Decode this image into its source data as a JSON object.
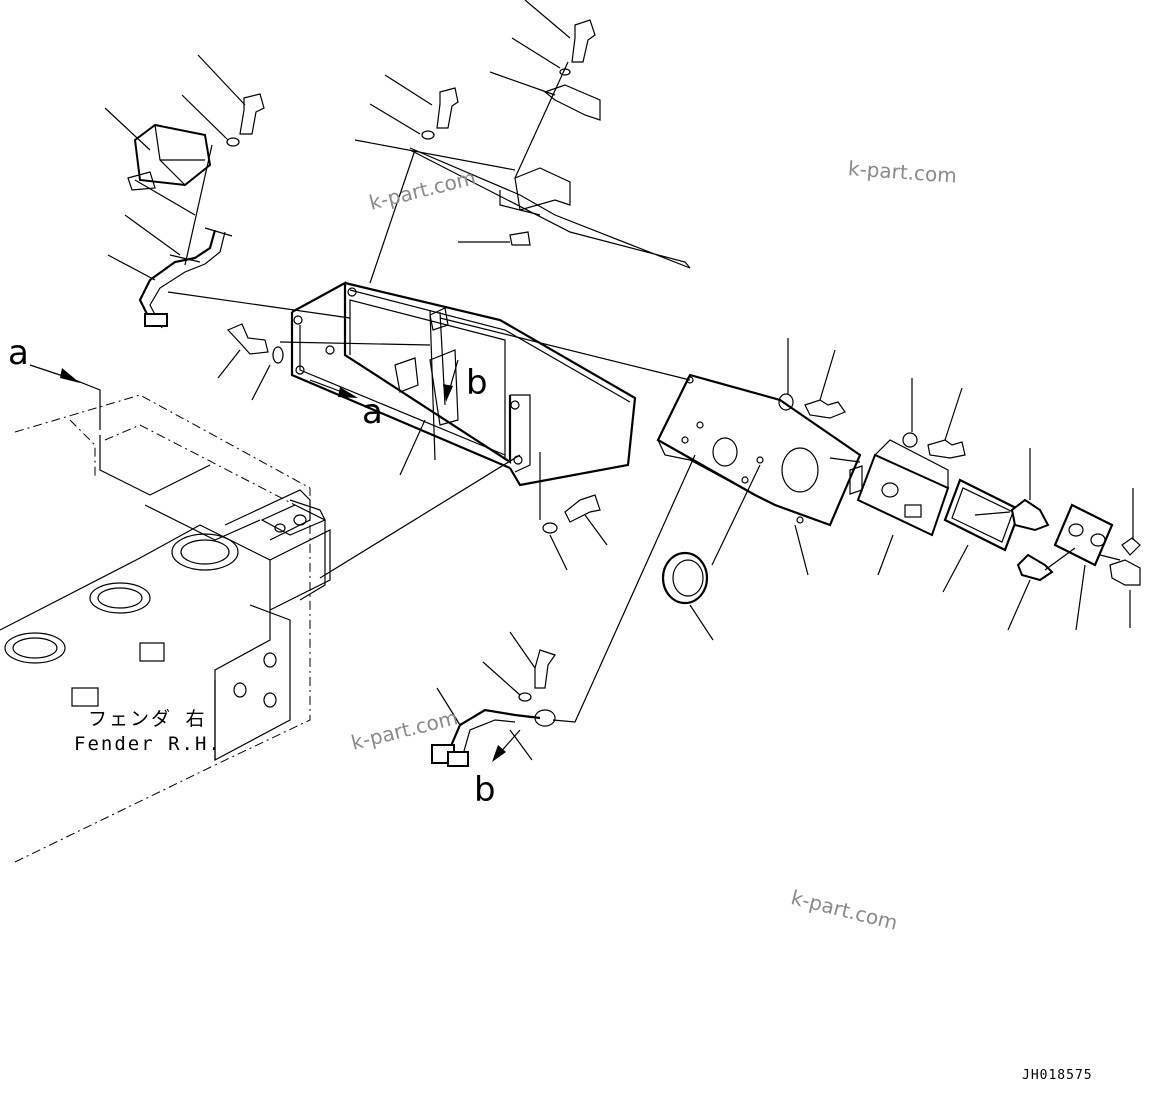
{
  "labels": {
    "arrow_a_main": "a",
    "arrow_a_box": "a",
    "arrow_b_box": "b",
    "arrow_b_harness": "b",
    "fender_jp": "フェンダ 右",
    "fender_en": "Fender R.H.",
    "drawing_code": "JH018575"
  },
  "watermarks": [
    "k-part.com",
    "k-part.com",
    "k-part.com",
    "k-part.com"
  ],
  "colors": {
    "line": "#000000",
    "watermark": "#8a8a8a",
    "background": "#ffffff"
  }
}
